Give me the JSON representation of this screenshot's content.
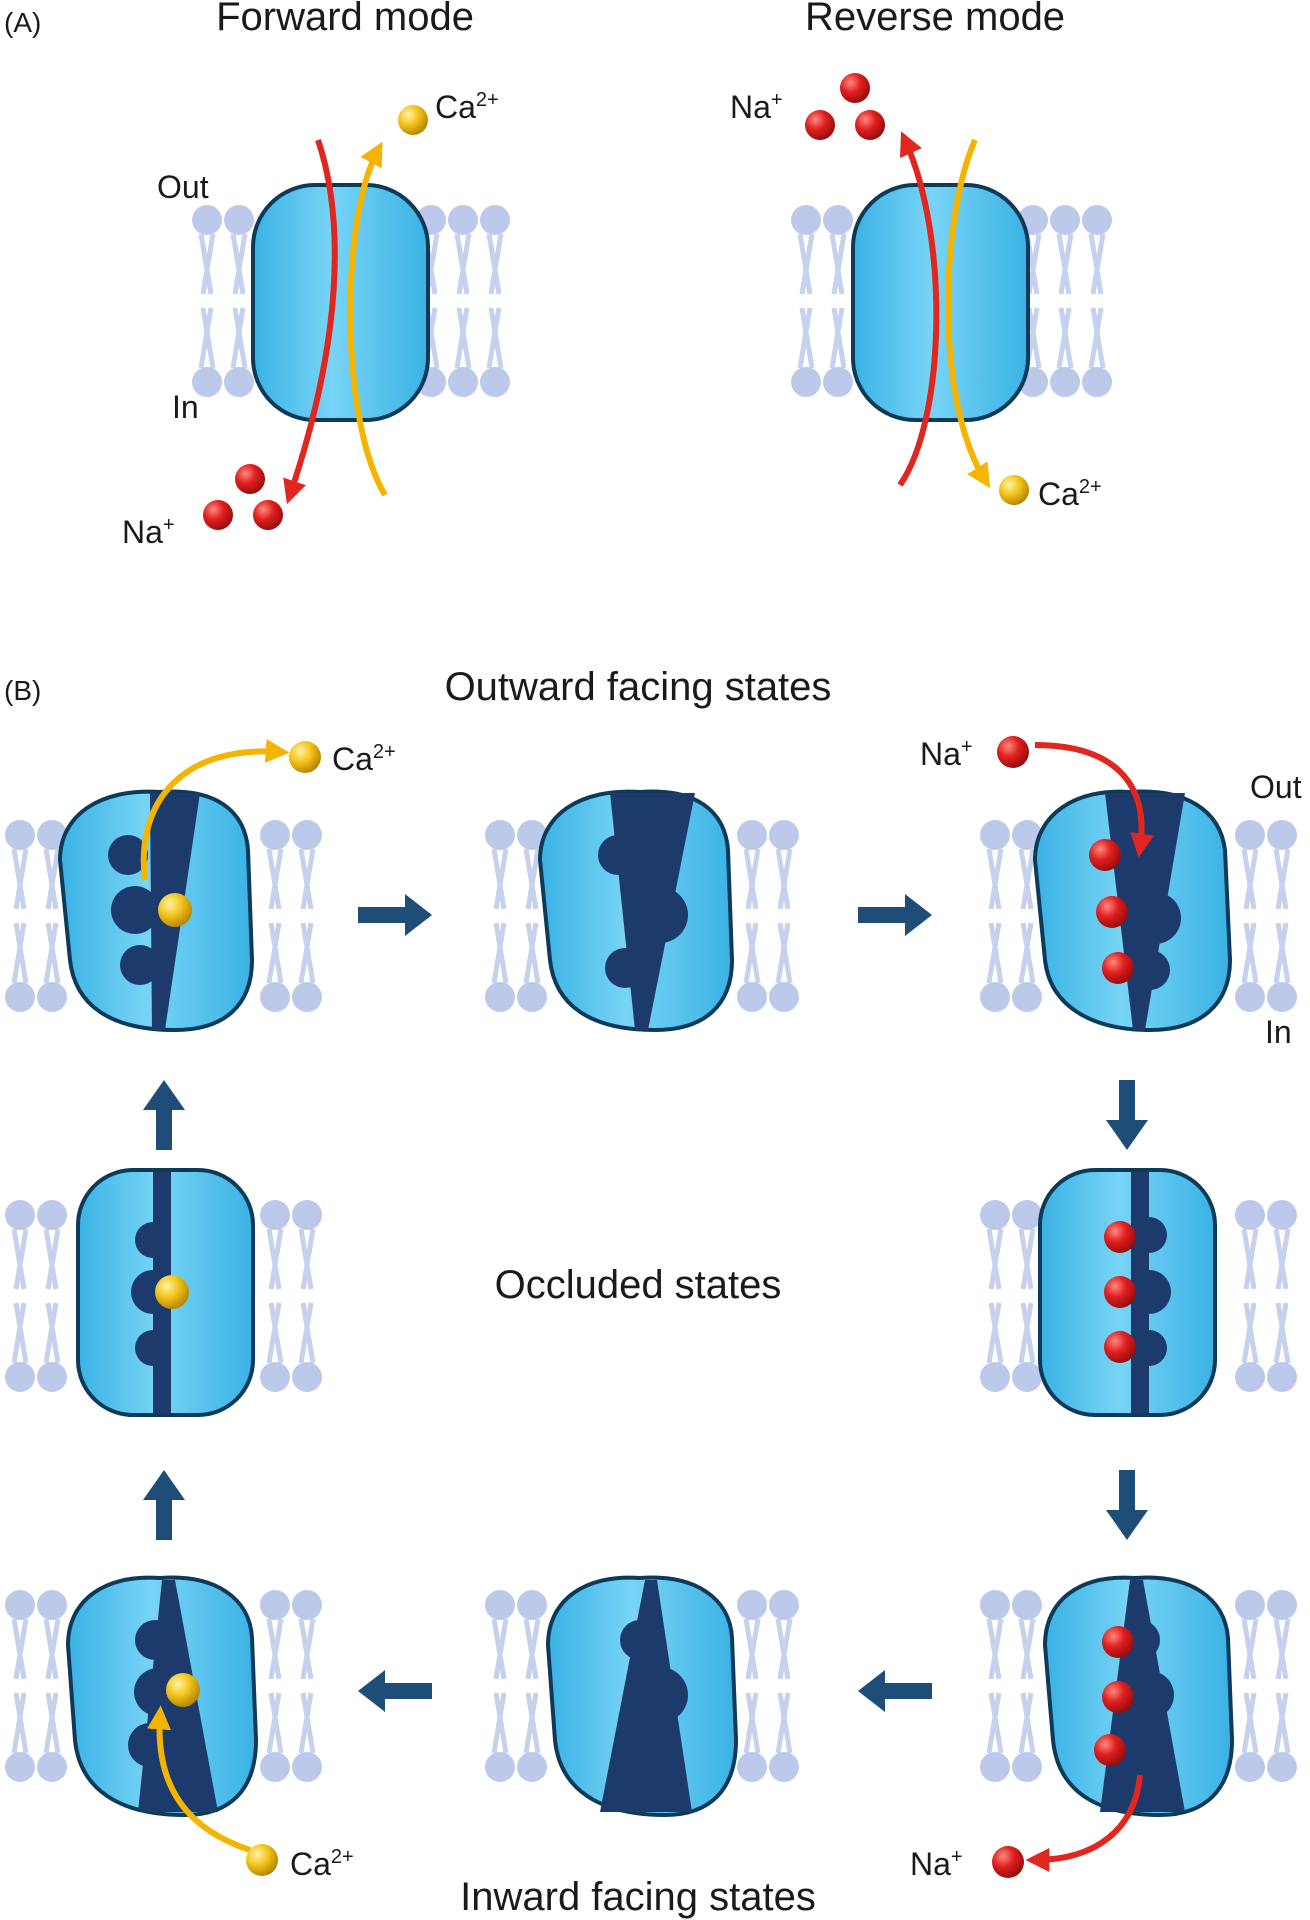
{
  "panel_a": {
    "label": "(A)",
    "forward_title": "Forward mode",
    "reverse_title": "Reverse mode",
    "out_label": "Out",
    "in_label": "In",
    "forward_ca": {
      "base": "Ca",
      "sup": "2+"
    },
    "forward_na": {
      "base": "Na",
      "sup": "+"
    },
    "reverse_na": {
      "base": "Na",
      "sup": "+"
    },
    "reverse_ca": {
      "base": "Ca",
      "sup": "2+"
    }
  },
  "panel_b": {
    "label": "(B)",
    "outward_title": "Outward facing states",
    "occluded_title": "Occluded states",
    "inward_title": "Inward facing states",
    "out_label": "Out",
    "in_label": "In",
    "top_left_ca": {
      "base": "Ca",
      "sup": "2+"
    },
    "top_right_na": {
      "base": "Na",
      "sup": "+"
    },
    "bottom_left_ca": {
      "base": "Ca",
      "sup": "2+"
    },
    "bottom_right_na": {
      "base": "Na",
      "sup": "+"
    }
  },
  "colors": {
    "protein": "#5ec7ee",
    "protein_outline": "#0d3a58",
    "pore": "#1c3a6b",
    "lipid": "#bcc9ea",
    "sodium": "#d81b1b",
    "calcium": "#f2c21a",
    "sodium_arrow": "#e0261f",
    "calcium_arrow": "#f5b400",
    "cycle_arrow": "#1e4d78"
  },
  "icons": [
    "sodium-ion-icon",
    "calcium-ion-icon",
    "membrane-icon",
    "exchanger-protein-icon",
    "cycle-arrow-icon"
  ]
}
